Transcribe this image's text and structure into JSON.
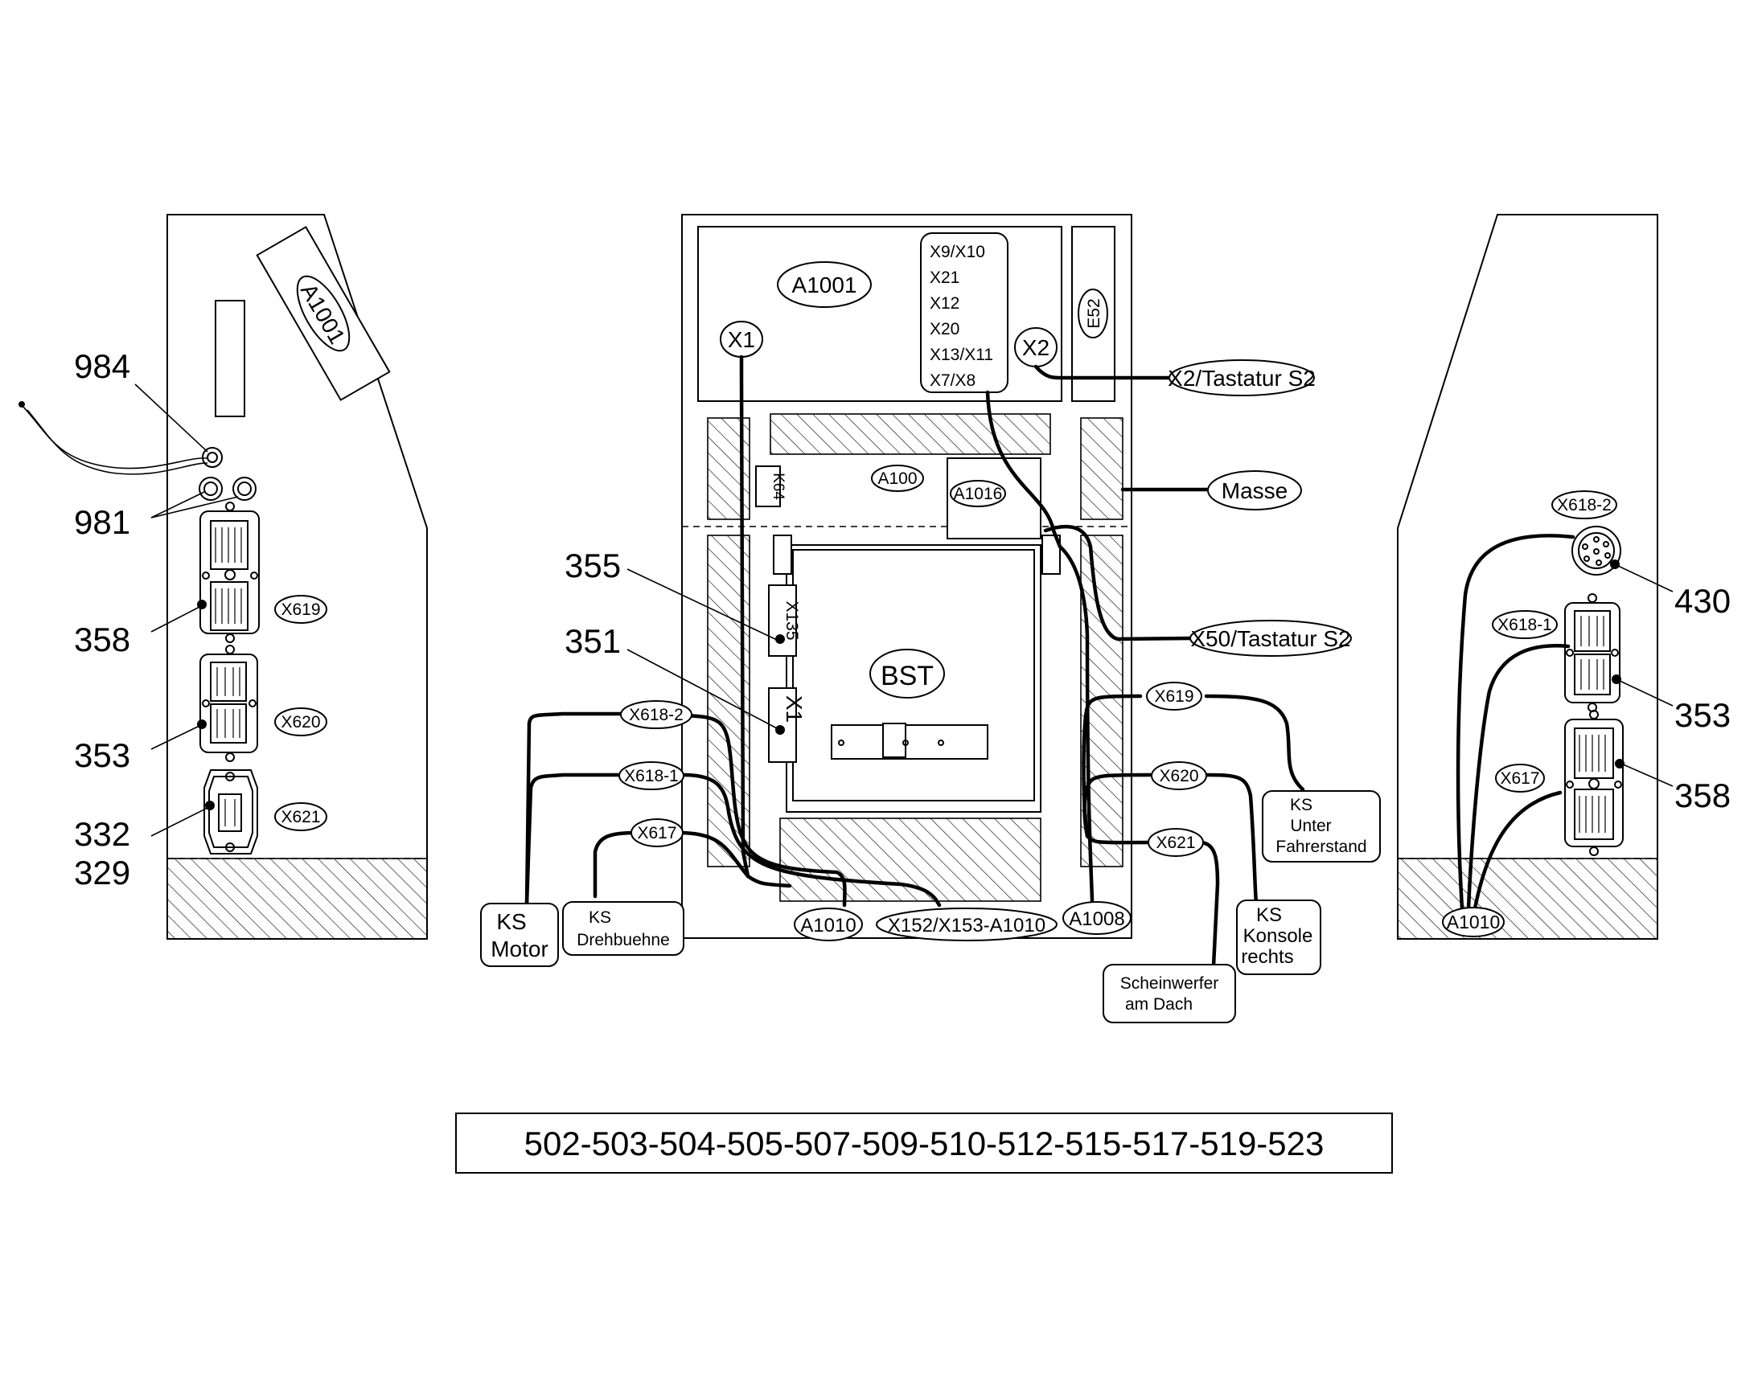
{
  "drawing": {
    "part_numbers": "502-503-504-505-507-509-510-512-515-517-519-523"
  },
  "left_panel": {
    "tag_a1001": "A1001",
    "callouts": {
      "c984": "984",
      "c981": "981",
      "c358": "358",
      "c353": "353",
      "c332": "332",
      "c329": "329"
    },
    "connectors": {
      "x619": "X619",
      "x620": "X620",
      "x621": "X621"
    }
  },
  "center_panel": {
    "a1001": "A1001",
    "x1_top": "X1",
    "x2": "X2",
    "e52": "E52",
    "connector_list": [
      "X9/X10",
      "X21",
      "X12",
      "X20",
      "X13/X11",
      "X7/X8"
    ],
    "k64": "K64",
    "a100": "A100",
    "a1016": "A1016",
    "bst": "BST",
    "x135": "X135",
    "x1_mid": "X1",
    "callouts": {
      "c355": "355",
      "c351": "351"
    },
    "left_wires": {
      "x618_2": "X618-2",
      "x618_1": "X618-1",
      "x617": "X617"
    },
    "right_wires": {
      "x619": "X619",
      "x620": "X620",
      "x621": "X621"
    },
    "bottom_tags": {
      "a1010": "A1010",
      "x152": "X152/X153-A1010",
      "a1008": "A1008"
    },
    "external": {
      "x2_tastatur": "X2/Tastatur S2",
      "masse": "Masse",
      "x50_tastatur": "X50/Tastatur S2",
      "ks_motor": [
        "KS",
        "Motor"
      ],
      "ks_drehbuehne": [
        "KS",
        "Drehbuehne"
      ],
      "ks_unter": [
        "KS",
        "Unter",
        "Fahrerstand"
      ],
      "ks_konsole": [
        "KS",
        "Konsole",
        "rechts"
      ],
      "scheinwerfer": [
        "Scheinwerfer",
        "am Dach"
      ]
    }
  },
  "right_panel": {
    "x618_2": "X618-2",
    "x618_1": "X618-1",
    "x617": "X617",
    "a1010": "A1010",
    "callouts": {
      "c430": "430",
      "c353": "353",
      "c358": "358"
    }
  }
}
